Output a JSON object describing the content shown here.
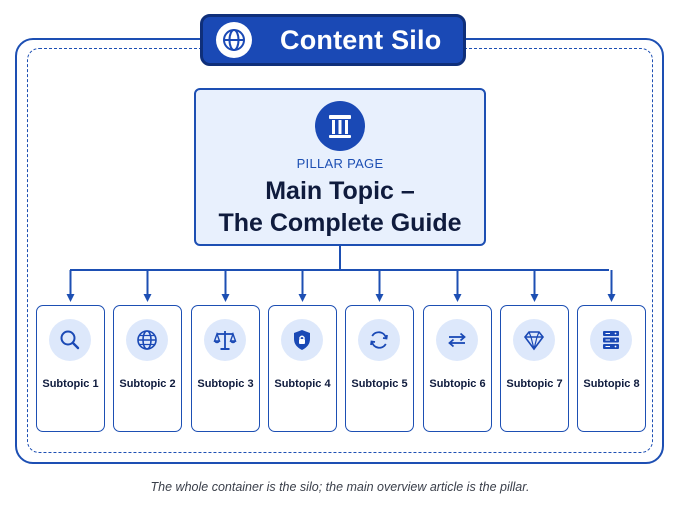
{
  "header": {
    "title": "Content Silo",
    "icon": "globe-icon"
  },
  "pillar": {
    "icon": "pillar-column-icon",
    "label": "PILLAR PAGE",
    "title_line1": "Main Topic –",
    "title_line2": "The Complete Guide"
  },
  "subtopics": [
    {
      "label": "Subtopic 1",
      "icon": "search-icon"
    },
    {
      "label": "Subtopic 2",
      "icon": "globe-icon"
    },
    {
      "label": "Subtopic 3",
      "icon": "scales-icon"
    },
    {
      "label": "Subtopic 4",
      "icon": "shield-lock-icon"
    },
    {
      "label": "Subtopic 5",
      "icon": "refresh-icon"
    },
    {
      "label": "Subtopic 6",
      "icon": "swap-arrows-icon"
    },
    {
      "label": "Subtopic 7",
      "icon": "diamond-icon"
    },
    {
      "label": "Subtopic 8",
      "icon": "server-icon"
    }
  ],
  "caption": "The whole container is the silo; the main overview article is the pillar.",
  "colors": {
    "accent": "#1a49b5",
    "border": "#1d4fb3",
    "pillar_bg": "#e8f0fd",
    "icon_bg": "#dde8fb",
    "text_dark": "#0f1b3d"
  }
}
